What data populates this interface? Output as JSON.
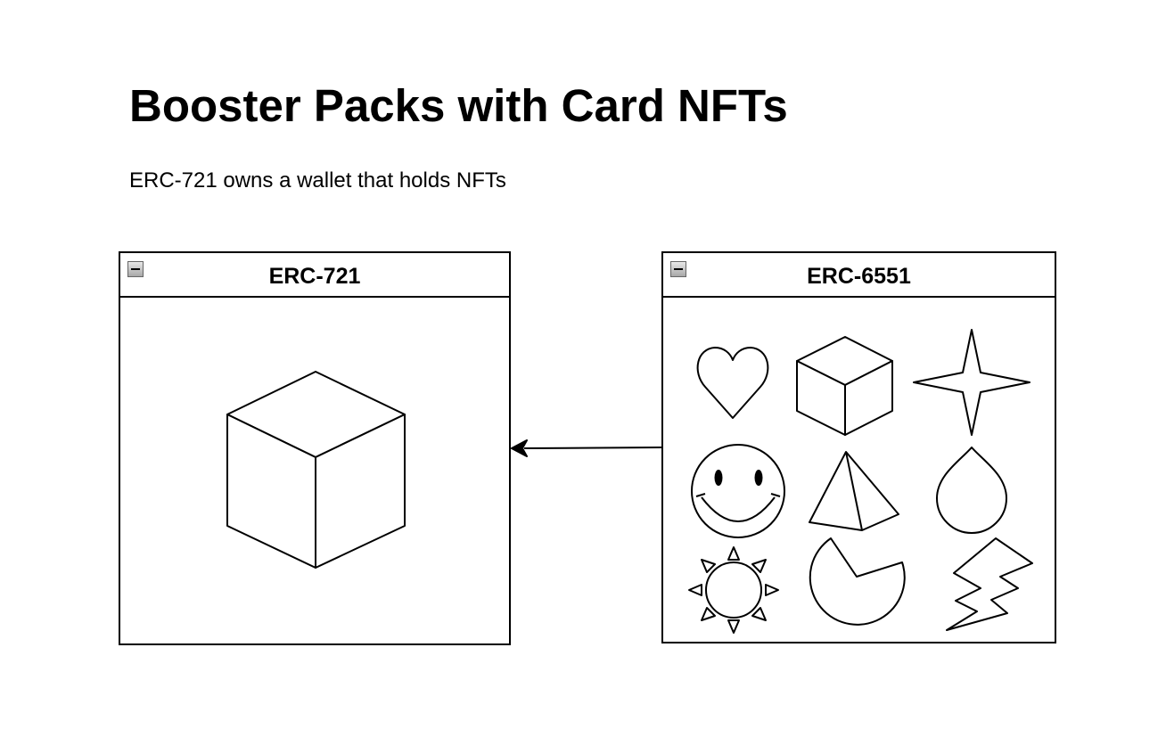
{
  "page": {
    "title": "Booster Packs with Card NFTs",
    "subtitle": "ERC-721 owns a wallet that holds NFTs"
  },
  "containers": {
    "left": {
      "label": "ERC-721",
      "content": [
        "cube"
      ]
    },
    "right": {
      "label": "ERC-6551",
      "content": [
        "heart",
        "cube",
        "four-point-star",
        "smiley",
        "pyramid",
        "drop",
        "sun",
        "pie",
        "lightning"
      ]
    }
  },
  "edges": [
    {
      "from": "ERC-6551",
      "to": "ERC-721",
      "arrow": "end"
    }
  ]
}
